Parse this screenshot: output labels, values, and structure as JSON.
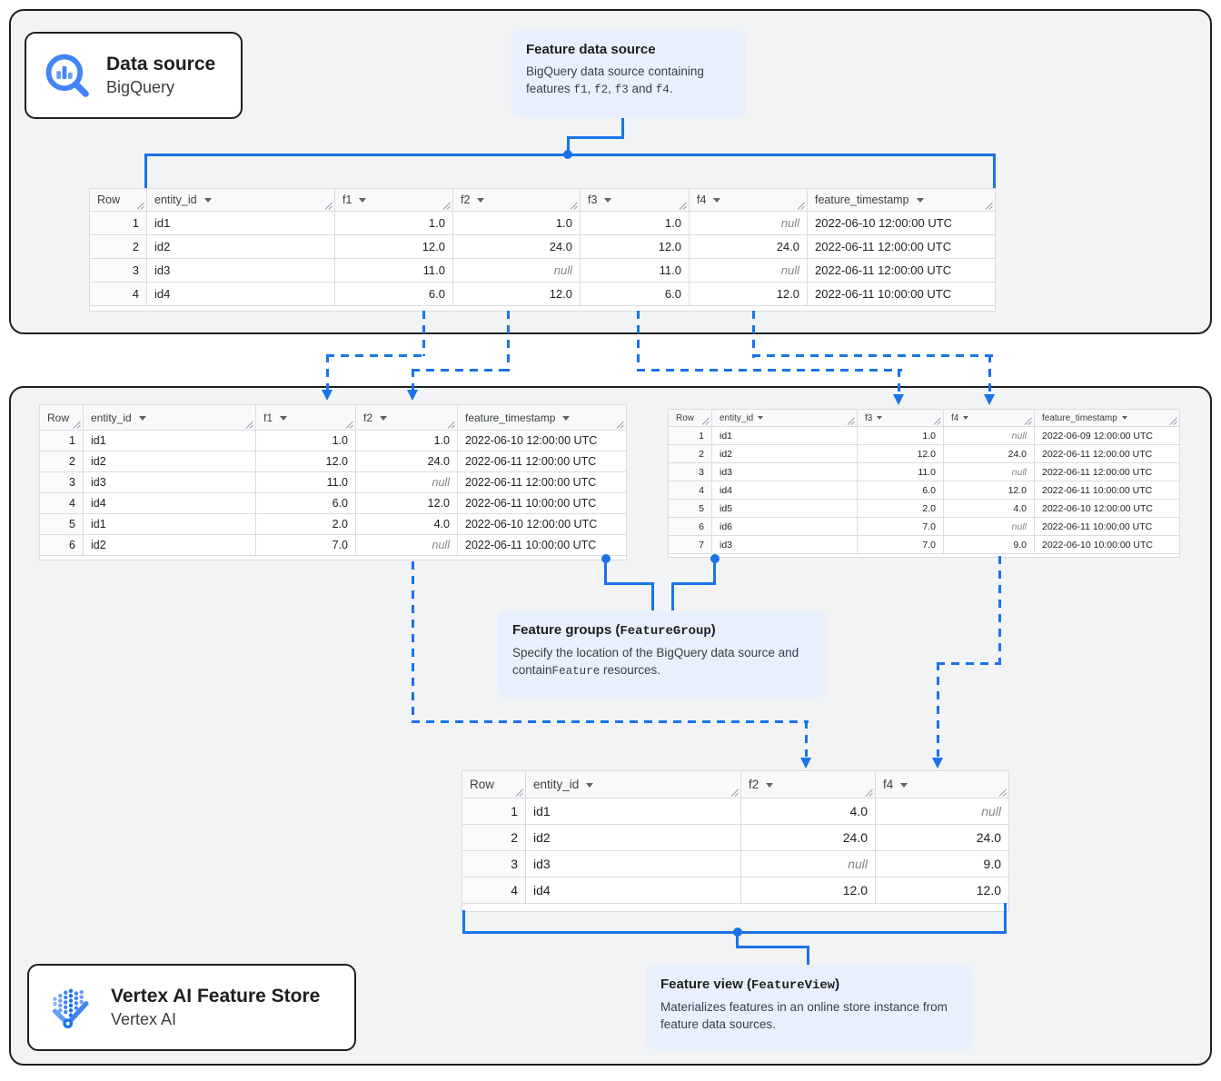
{
  "colors": {
    "accent": "#1a73e8",
    "callout_bg": "#e8f0fe",
    "container_bg": "#f1f3f4",
    "table_border": "#dadce0",
    "null_text": "#80868b",
    "icon_blue": "#4285f4",
    "icon_blue_light": "#669df6"
  },
  "cards": {
    "data_source": {
      "title": "Data source",
      "subtitle": "BigQuery",
      "icon": "bigquery-magnifier-icon"
    },
    "feature_store": {
      "title": "Vertex AI Feature Store",
      "subtitle": "Vertex AI",
      "icon": "vertex-ai-icon"
    }
  },
  "callouts": {
    "feature_data_source": {
      "title": [
        {
          "t": "Feature data source"
        }
      ],
      "body": [
        {
          "t": "BigQuery data source containing features "
        },
        {
          "t": "f1",
          "mono": true
        },
        {
          "t": ", "
        },
        {
          "t": "f2",
          "mono": true
        },
        {
          "t": ", "
        },
        {
          "t": "f3",
          "mono": true
        },
        {
          "t": " and "
        },
        {
          "t": "f4",
          "mono": true
        },
        {
          "t": "."
        }
      ]
    },
    "feature_groups": {
      "title": [
        {
          "t": "Feature groups ("
        },
        {
          "t": "FeatureGroup",
          "mono": true
        },
        {
          "t": ")"
        }
      ],
      "body": [
        {
          "t": "Specify the location of the BigQuery data source and contain"
        },
        {
          "t": "Feature",
          "mono": true
        },
        {
          "t": " resources."
        }
      ]
    },
    "feature_view": {
      "title": [
        {
          "t": "Feature view ("
        },
        {
          "t": "FeatureView",
          "mono": true
        },
        {
          "t": ")"
        }
      ],
      "body": [
        {
          "t": "Materializes features in an online store instance from feature data sources."
        }
      ]
    }
  },
  "tables": {
    "source": {
      "name": "bigquery-source-table",
      "columns": [
        {
          "label": "Row",
          "sortable": false,
          "align": "right",
          "rowcol": true
        },
        {
          "label": "entity_id",
          "sortable": true,
          "align": "left"
        },
        {
          "label": "f1",
          "sortable": true,
          "align": "right"
        },
        {
          "label": "f2",
          "sortable": true,
          "align": "right"
        },
        {
          "label": "f3",
          "sortable": true,
          "align": "right"
        },
        {
          "label": "f4",
          "sortable": true,
          "align": "right"
        },
        {
          "label": "feature_timestamp",
          "sortable": true,
          "align": "left"
        }
      ],
      "rows": [
        [
          "1",
          "id1",
          "1.0",
          "1.0",
          "1.0",
          "null",
          "2022-06-10 12:00:00 UTC"
        ],
        [
          "2",
          "id2",
          "12.0",
          "24.0",
          "12.0",
          "24.0",
          "2022-06-11 12:00:00 UTC"
        ],
        [
          "3",
          "id3",
          "11.0",
          "null",
          "11.0",
          "null",
          "2022-06-11 12:00:00 UTC"
        ],
        [
          "4",
          "id4",
          "6.0",
          "12.0",
          "6.0",
          "12.0",
          "2022-06-11 10:00:00 UTC"
        ]
      ]
    },
    "group1": {
      "name": "feature-group-1-table",
      "columns": [
        {
          "label": "Row",
          "sortable": false,
          "align": "right",
          "rowcol": true
        },
        {
          "label": "entity_id",
          "sortable": true,
          "align": "left"
        },
        {
          "label": "f1",
          "sortable": true,
          "align": "right"
        },
        {
          "label": "f2",
          "sortable": true,
          "align": "right"
        },
        {
          "label": "feature_timestamp",
          "sortable": true,
          "align": "left"
        }
      ],
      "rows": [
        [
          "1",
          "id1",
          "1.0",
          "1.0",
          "2022-06-10 12:00:00 UTC"
        ],
        [
          "2",
          "id2",
          "12.0",
          "24.0",
          "2022-06-11 12:00:00 UTC"
        ],
        [
          "3",
          "id3",
          "11.0",
          "null",
          "2022-06-11 12:00:00 UTC"
        ],
        [
          "4",
          "id4",
          "6.0",
          "12.0",
          "2022-06-11 10:00:00 UTC"
        ],
        [
          "5",
          "id1",
          "2.0",
          "4.0",
          "2022-06-10 12:00:00 UTC"
        ],
        [
          "6",
          "id2",
          "7.0",
          "null",
          "2022-06-11 10:00:00 UTC"
        ]
      ]
    },
    "group2": {
      "name": "feature-group-2-table",
      "columns": [
        {
          "label": "Row",
          "sortable": false,
          "align": "right",
          "rowcol": true
        },
        {
          "label": "entity_id",
          "sortable": true,
          "align": "left"
        },
        {
          "label": "f3",
          "sortable": true,
          "align": "right"
        },
        {
          "label": "f4",
          "sortable": true,
          "align": "right"
        },
        {
          "label": "feature_timestamp",
          "sortable": true,
          "align": "left"
        }
      ],
      "rows": [
        [
          "1",
          "id1",
          "1.0",
          "null",
          "2022-06-09 12:00:00 UTC"
        ],
        [
          "2",
          "id2",
          "12.0",
          "24.0",
          "2022-06-11 12:00:00 UTC"
        ],
        [
          "3",
          "id3",
          "11.0",
          "null",
          "2022-06-11 12:00:00 UTC"
        ],
        [
          "4",
          "id4",
          "6.0",
          "12.0",
          "2022-06-11 10:00:00 UTC"
        ],
        [
          "5",
          "id5",
          "2.0",
          "4.0",
          "2022-06-10 12:00:00 UTC"
        ],
        [
          "6",
          "id6",
          "7.0",
          "null",
          "2022-06-11 10:00:00 UTC"
        ],
        [
          "7",
          "id3",
          "7.0",
          "9.0",
          "2022-06-10 10:00:00 UTC"
        ]
      ]
    },
    "feature_view": {
      "name": "feature-view-table",
      "columns": [
        {
          "label": "Row",
          "sortable": false,
          "align": "right",
          "rowcol": true
        },
        {
          "label": "entity_id",
          "sortable": true,
          "align": "left"
        },
        {
          "label": "f2",
          "sortable": true,
          "align": "right"
        },
        {
          "label": "f4",
          "sortable": true,
          "align": "right"
        }
      ],
      "rows": [
        [
          "1",
          "id1",
          "4.0",
          "null"
        ],
        [
          "2",
          "id2",
          "24.0",
          "24.0"
        ],
        [
          "3",
          "id3",
          "null",
          "9.0"
        ],
        [
          "4",
          "id4",
          "12.0",
          "12.0"
        ]
      ]
    }
  }
}
